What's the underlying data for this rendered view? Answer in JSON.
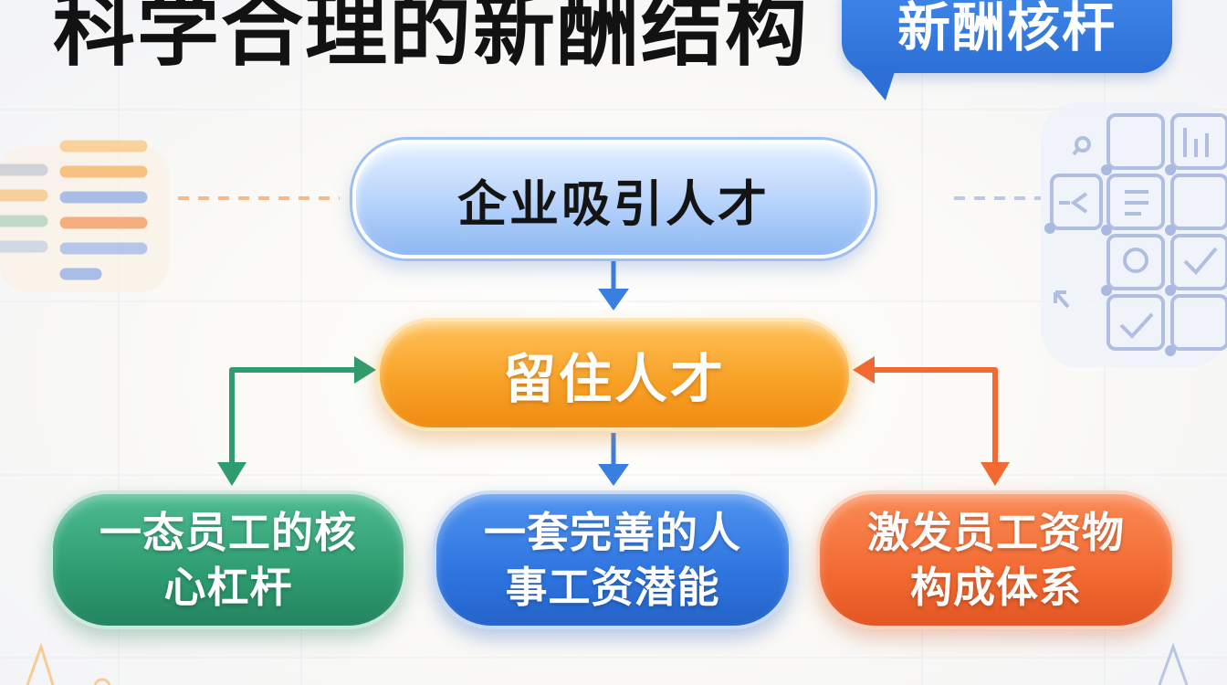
{
  "header": {
    "title": "科学合理的新酬结构",
    "badge": "新酬核杆"
  },
  "flow": {
    "top_node": "企业吸引人才",
    "middle_node": "留住人才",
    "bottom_nodes": [
      {
        "line1": "一态员工的核",
        "line2": "心杠杆",
        "color": "#2f9c70"
      },
      {
        "line1": "一套完善的人",
        "line2": "事工资潜能",
        "color": "#2f75e0"
      },
      {
        "line1": "激发员工资物",
        "line2": "构成体系",
        "color": "#f26a32"
      }
    ]
  },
  "colors": {
    "blue": "#3a7fe0",
    "orange": "#f8a227",
    "green": "#2f9c70",
    "red_orange": "#f26a32",
    "title": "#121212"
  },
  "icons": {
    "left_decor": "list-lines-icon",
    "right_decor": "dashboard-grid-icon"
  }
}
